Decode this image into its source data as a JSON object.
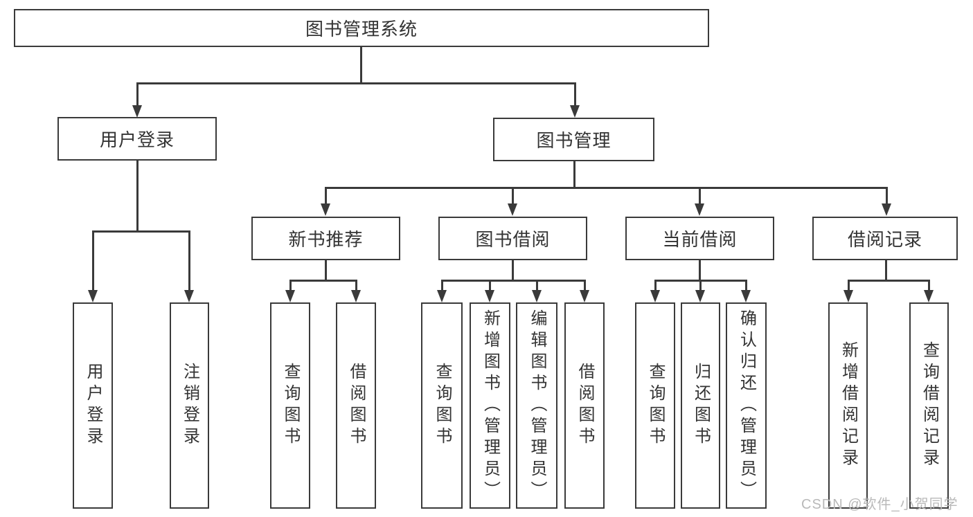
{
  "title": "图书管理系统",
  "watermark": "CSDN @软件_小贺同学",
  "colors": {
    "line": "#3a3a3a",
    "text": "#333333",
    "watermark": "#b9b9b9",
    "background": "#ffffff"
  },
  "nodes": {
    "root": {
      "label": "图书管理系统"
    },
    "user_login": {
      "label": "用户登录"
    },
    "book_mgmt": {
      "label": "图书管理"
    },
    "new_book_rec": {
      "label": "新书推荐"
    },
    "book_borrow": {
      "label": "图书借阅"
    },
    "current_borrow": {
      "label": "当前借阅"
    },
    "borrow_records": {
      "label": "借阅记录"
    },
    "leaf_user_login": {
      "label": "用户登录"
    },
    "leaf_logout": {
      "label": "注销登录"
    },
    "leaf_query_book_1": {
      "label": "查询图书"
    },
    "leaf_borrow_book_1": {
      "label": "借阅图书"
    },
    "leaf_query_book_2": {
      "label": "查询图书"
    },
    "leaf_add_book": {
      "label": "新增图书（管理员）"
    },
    "leaf_edit_book": {
      "label": "编辑图书（管理员）"
    },
    "leaf_borrow_book_2": {
      "label": "借阅图书"
    },
    "leaf_query_book_3": {
      "label": "查询图书"
    },
    "leaf_return_book": {
      "label": "归还图书"
    },
    "leaf_confirm_return": {
      "label": "确认归还（管理员）"
    },
    "leaf_add_record": {
      "label": "新增借阅记录"
    },
    "leaf_query_record": {
      "label": "查询借阅记录"
    }
  }
}
